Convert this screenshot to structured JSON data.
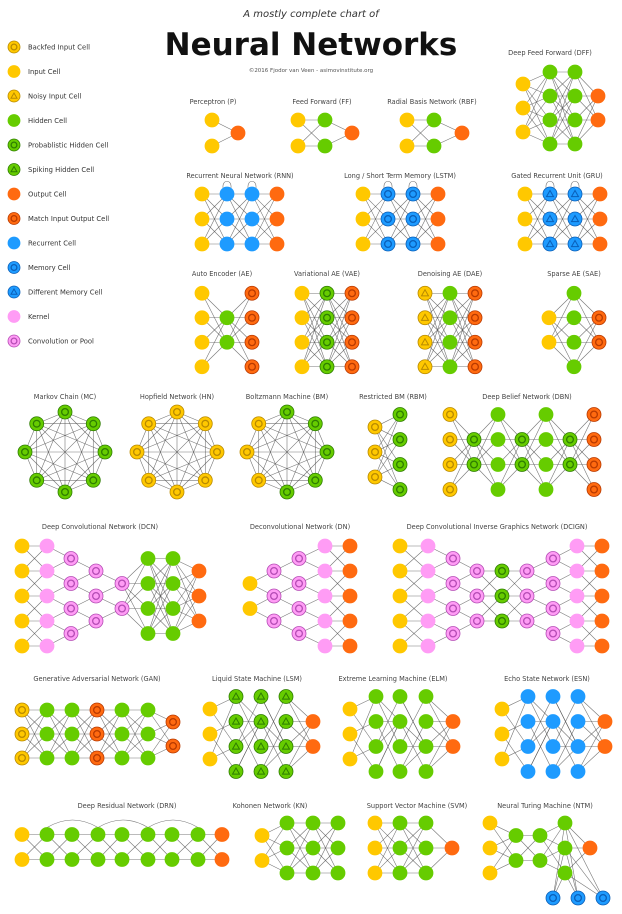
{
  "header": {
    "subtitle": "A mostly complete chart of",
    "title": "Neural Networks",
    "credit": "©2016 Fjodor van Veen - asimovinstitute.org"
  },
  "colors": {
    "input": "#ffc800",
    "input_ring": "#b88a00",
    "hidden": "#66cc00",
    "hidden_ring": "#2e7d00",
    "output": "#ff6a10",
    "output_ring": "#b83a00",
    "recurrent": "#1e9bff",
    "recurrent_ring": "#0a5fb8",
    "kernel": "#ff9cf5",
    "kernel_ring": "#b54db5",
    "edge": "#555555"
  },
  "legend": [
    {
      "cell": "bi",
      "label": "Backfed Input Cell"
    },
    {
      "cell": "in",
      "label": "Input Cell"
    },
    {
      "cell": "ni",
      "label": "Noisy Input Cell"
    },
    {
      "cell": "hd",
      "label": "Hidden Cell"
    },
    {
      "cell": "ph",
      "label": "Probablistic Hidden Cell"
    },
    {
      "cell": "sp",
      "label": "Spiking Hidden Cell"
    },
    {
      "cell": "ou",
      "label": "Output Cell"
    },
    {
      "cell": "mo",
      "label": "Match Input Output Cell"
    },
    {
      "cell": "rc",
      "label": "Recurrent Cell"
    },
    {
      "cell": "mm",
      "label": "Memory Cell"
    },
    {
      "cell": "dm",
      "label": "Different Memory Cell"
    },
    {
      "cell": "kn",
      "label": "Kernel"
    },
    {
      "cell": "cp",
      "label": "Convolution or Pool"
    }
  ],
  "networks": [
    {
      "id": "p",
      "label": "Perceptron (P)",
      "layers": [
        [
          "in",
          2
        ],
        [
          "ou",
          1
        ]
      ]
    },
    {
      "id": "ff",
      "label": "Feed Forward (FF)",
      "layers": [
        [
          "in",
          2
        ],
        [
          "hd",
          2
        ],
        [
          "ou",
          1
        ]
      ]
    },
    {
      "id": "rbf",
      "label": "Radial Basis Network (RBF)",
      "layers": [
        [
          "in",
          2
        ],
        [
          "hd",
          2
        ],
        [
          "ou",
          1
        ]
      ]
    },
    {
      "id": "dff",
      "label": "Deep Feed Forward (DFF)",
      "layers": [
        [
          "in",
          3
        ],
        [
          "hd",
          4
        ],
        [
          "hd",
          4
        ],
        [
          "ou",
          2
        ]
      ]
    },
    {
      "id": "rnn",
      "label": "Recurrent Neural Network (RNN)",
      "layers": [
        [
          "in",
          3
        ],
        [
          "rc",
          3
        ],
        [
          "rc",
          3
        ],
        [
          "ou",
          3
        ]
      ],
      "recurrent": true
    },
    {
      "id": "lstm",
      "label": "Long / Short Term Memory (LSTM)",
      "layers": [
        [
          "in",
          3
        ],
        [
          "mm",
          3
        ],
        [
          "mm",
          3
        ],
        [
          "ou",
          3
        ]
      ],
      "recurrent": true
    },
    {
      "id": "gru",
      "label": "Gated Recurrent Unit (GRU)",
      "layers": [
        [
          "in",
          3
        ],
        [
          "dm",
          3
        ],
        [
          "dm",
          3
        ],
        [
          "ou",
          3
        ]
      ],
      "recurrent": true
    },
    {
      "id": "ae",
      "label": "Auto Encoder (AE)",
      "layers": [
        [
          "in",
          4
        ],
        [
          "hd",
          2
        ],
        [
          "mo",
          4
        ]
      ]
    },
    {
      "id": "vae",
      "label": "Variational AE (VAE)",
      "layers": [
        [
          "in",
          4
        ],
        [
          "ph",
          4
        ],
        [
          "mo",
          4
        ]
      ]
    },
    {
      "id": "dae",
      "label": "Denoising AE (DAE)",
      "layers": [
        [
          "ni",
          4
        ],
        [
          "hd",
          4
        ],
        [
          "mo",
          4
        ]
      ]
    },
    {
      "id": "sae",
      "label": "Sparse AE (SAE)",
      "layers": [
        [
          "in",
          2
        ],
        [
          "hd",
          4
        ],
        [
          "mo",
          2
        ]
      ]
    },
    {
      "id": "mc",
      "label": "Markov Chain (MC)",
      "ring": [
        "ph",
        "ph",
        "ph",
        "ph",
        "ph",
        "ph",
        "ph",
        "ph"
      ]
    },
    {
      "id": "hn",
      "label": "Hopfield Network (HN)",
      "ring": [
        "bi",
        "bi",
        "bi",
        "bi",
        "bi",
        "bi",
        "bi",
        "bi"
      ]
    },
    {
      "id": "bm",
      "label": "Boltzmann Machine (BM)",
      "ring": [
        "ph",
        "ph",
        "ph",
        "ph",
        "ph",
        "bi",
        "bi",
        "bi"
      ]
    },
    {
      "id": "rbm",
      "label": "Restricted BM (RBM)",
      "layers": [
        [
          "bi",
          3
        ],
        [
          "ph",
          4
        ]
      ]
    },
    {
      "id": "dbn",
      "label": "Deep Belief Network (DBN)",
      "layers": [
        [
          "bi",
          4
        ],
        [
          "ph",
          2
        ],
        [
          "hd",
          4
        ],
        [
          "ph",
          2
        ],
        [
          "hd",
          4
        ],
        [
          "ph",
          2
        ],
        [
          "mo",
          4
        ]
      ]
    },
    {
      "id": "dcn",
      "label": "Deep Convolutional Network (DCN)",
      "layers": [
        [
          "in",
          5
        ],
        [
          "kn",
          5
        ],
        [
          "cp",
          4
        ],
        [
          "cp",
          3
        ],
        [
          "cp",
          2
        ],
        [
          "hd",
          4
        ],
        [
          "hd",
          4
        ],
        [
          "ou",
          3
        ]
      ]
    },
    {
      "id": "dn",
      "label": "Deconvolutional Network (DN)",
      "layers": [
        [
          "in",
          2
        ],
        [
          "cp",
          3
        ],
        [
          "cp",
          4
        ],
        [
          "kn",
          5
        ],
        [
          "ou",
          5
        ]
      ]
    },
    {
      "id": "dcign",
      "label": "Deep Convolutional Inverse Graphics Network (DCIGN)",
      "layers": [
        [
          "in",
          5
        ],
        [
          "kn",
          5
        ],
        [
          "cp",
          4
        ],
        [
          "cp",
          3
        ],
        [
          "ph",
          3
        ],
        [
          "cp",
          3
        ],
        [
          "cp",
          4
        ],
        [
          "kn",
          5
        ],
        [
          "ou",
          5
        ]
      ]
    },
    {
      "id": "gan",
      "label": "Generative Adversarial Network (GAN)",
      "layers": [
        [
          "bi",
          3
        ],
        [
          "hd",
          3
        ],
        [
          "hd",
          3
        ],
        [
          "mo",
          3
        ],
        [
          "hd",
          3
        ],
        [
          "hd",
          3
        ],
        [
          "mo",
          2
        ]
      ]
    },
    {
      "id": "lsm",
      "label": "Liquid State Machine (LSM)",
      "layers": [
        [
          "in",
          3
        ],
        [
          "sp",
          4
        ],
        [
          "sp",
          4
        ],
        [
          "sp",
          4
        ],
        [
          "ou",
          2
        ]
      ]
    },
    {
      "id": "elm",
      "label": "Extreme Learning Machine (ELM)",
      "layers": [
        [
          "in",
          3
        ],
        [
          "hd",
          4
        ],
        [
          "hd",
          4
        ],
        [
          "hd",
          4
        ],
        [
          "ou",
          2
        ]
      ]
    },
    {
      "id": "esn",
      "label": "Echo State Network (ESN)",
      "layers": [
        [
          "in",
          3
        ],
        [
          "rc",
          4
        ],
        [
          "rc",
          4
        ],
        [
          "rc",
          4
        ],
        [
          "ou",
          2
        ]
      ]
    },
    {
      "id": "drn",
      "label": "Deep Residual Network (DRN)",
      "layers": [
        [
          "in",
          2
        ],
        [
          "hd",
          2
        ],
        [
          "hd",
          2
        ],
        [
          "hd",
          2
        ],
        [
          "hd",
          2
        ],
        [
          "hd",
          2
        ],
        [
          "hd",
          2
        ],
        [
          "hd",
          2
        ],
        [
          "ou",
          2
        ]
      ],
      "residual": true
    },
    {
      "id": "kn",
      "label": "Kohonen Network (KN)",
      "layers": [
        [
          "in",
          2
        ],
        [
          "hd",
          3
        ],
        [
          "hd",
          3
        ],
        [
          "hd",
          3
        ]
      ]
    },
    {
      "id": "svm",
      "label": "Support Vector Machine (SVM)",
      "layers": [
        [
          "in",
          3
        ],
        [
          "hd",
          3
        ],
        [
          "hd",
          3
        ],
        [
          "ou",
          1
        ]
      ]
    },
    {
      "id": "ntm",
      "label": "Neural Turing Machine (NTM)",
      "layers": [
        [
          "in",
          3
        ],
        [
          "hd",
          2
        ],
        [
          "hd",
          2
        ],
        [
          "hd",
          3
        ],
        [
          "ou",
          1
        ]
      ],
      "memory": [
        "mm",
        3
      ]
    }
  ]
}
